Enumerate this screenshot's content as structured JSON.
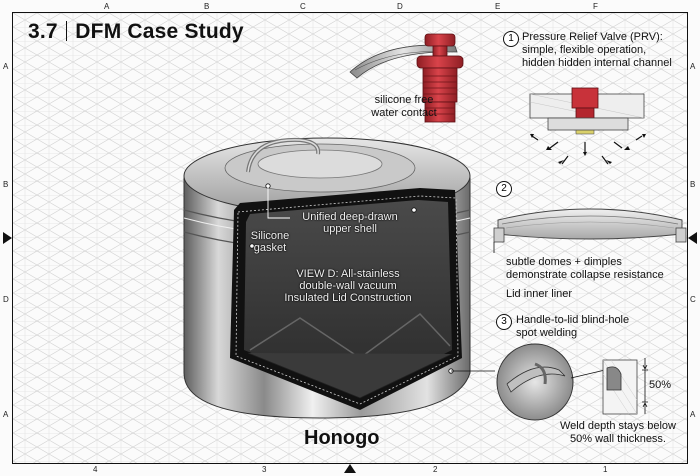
{
  "title": {
    "number": "3.7",
    "text": "DFM Case Study"
  },
  "border_labels": {
    "top": [
      "A",
      "B",
      "C",
      "D",
      "E",
      "F"
    ],
    "bottom": [
      "4",
      "3",
      "2",
      "1"
    ],
    "left": [
      "A",
      "B",
      "D",
      "A"
    ],
    "right": [
      "A",
      "B",
      "C",
      "A"
    ]
  },
  "callouts": {
    "prv": {
      "num": "1",
      "line1": "Pressure Relief Valve (PRV):",
      "line2": "simple, flexible operation,",
      "line3": "hidden hidden internal channel"
    },
    "silicone_free": {
      "line1": "silicone free",
      "line2": "water contact"
    },
    "liner": {
      "num": "2",
      "line1": "subtle domes + dimples",
      "line2": "demonstrate collapse resistance",
      "line3": "Lid inner liner"
    },
    "weld": {
      "num": "3",
      "line1": "Handle-to-lid blind-hole",
      "line2": "spot welding",
      "pct": "50%",
      "foot1": "Weld depth stays below",
      "foot2": "50% wall thickness."
    }
  },
  "cutaway": {
    "shell1": "Unified deep-drawn",
    "shell2": "upper shell",
    "gasket1": "Silicone",
    "gasket2": "gasket",
    "view1": "VIEW D: All-stainless",
    "view2": "double-wall vacuum",
    "view3": "Insulated Lid Construction"
  },
  "brand": "Honogo",
  "colors": {
    "valve": "#c8323a",
    "steel": "#9a9a9a",
    "cut_fill": "#111111",
    "ink": "#111111"
  }
}
